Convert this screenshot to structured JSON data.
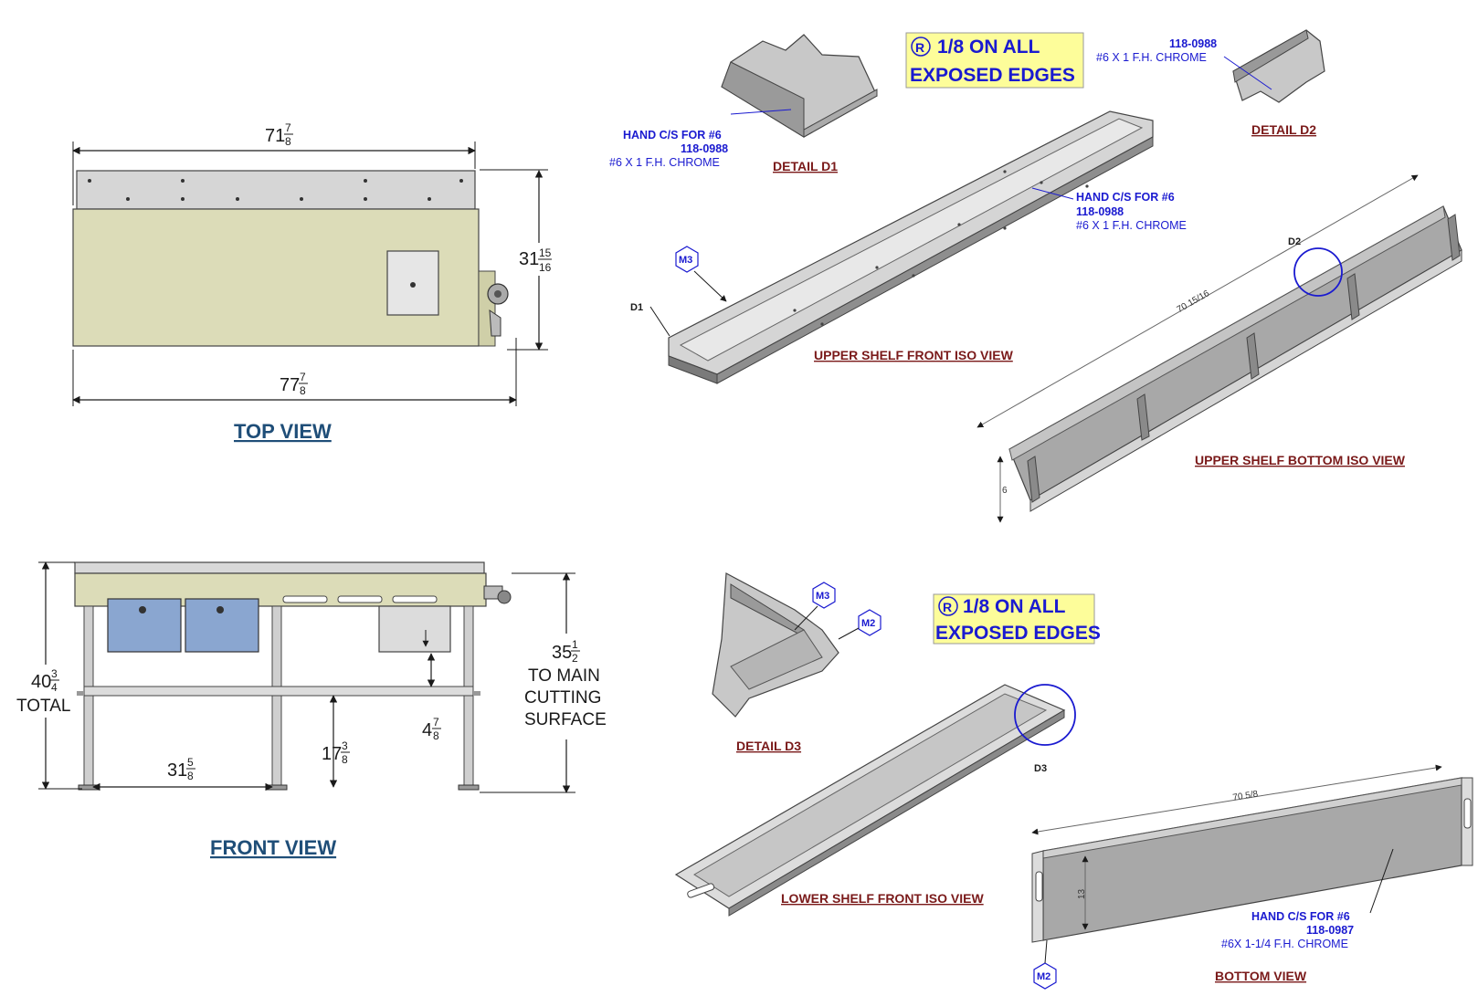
{
  "top_view": {
    "title": "TOP VIEW",
    "dim_top": {
      "whole": "71",
      "num": "7",
      "den": "8"
    },
    "dim_bottom": {
      "whole": "77",
      "num": "7",
      "den": "8"
    },
    "dim_side": {
      "whole": "31",
      "num": "15",
      "den": "16"
    }
  },
  "front_view": {
    "title": "FRONT VIEW",
    "dim_total": {
      "whole": "40",
      "num": "3",
      "den": "4"
    },
    "total_label": "TOTAL",
    "dim_leg": {
      "whole": "31",
      "num": "5",
      "den": "8"
    },
    "dim_shelf": {
      "whole": "17",
      "num": "3",
      "den": "8"
    },
    "dim_drawer": {
      "whole": "4",
      "num": "7",
      "den": "8"
    },
    "dim_cut": {
      "whole": "35",
      "num": "1",
      "den": "2"
    },
    "cut_label": [
      "TO MAIN",
      "CUTTING",
      "SURFACE"
    ]
  },
  "upper_shelf": {
    "notice_1": "1/8 ON ALL",
    "notice_2": "EXPOSED EDGES",
    "notice_symbol": "R",
    "detail_d1": "DETAIL  D1",
    "detail_d2": "DETAIL  D2",
    "d1_note": [
      "HAND C/S FOR #6",
      "118-0988",
      "#6 X 1 F.H. CHROME"
    ],
    "d2_note": [
      "118-0988",
      "#6 X 1 F.H. CHROME"
    ],
    "mid_note": [
      "HAND C/S FOR #6",
      "118-0988",
      "#6 X 1 F.H. CHROME"
    ],
    "m3": "M3",
    "d1": "D1",
    "d2": "D2",
    "front_iso": "UPPER SHELF FRONT ISO VIEW",
    "bottom_iso": "UPPER SHELF BOTTOM ISO VIEW",
    "length": "70 15/16",
    "height": "6"
  },
  "lower_shelf": {
    "notice_1": "1/8 ON ALL",
    "notice_2": "EXPOSED EDGES",
    "notice_symbol": "R",
    "detail_d3": "DETAIL  D3",
    "m3": "M3",
    "m2": "M2",
    "d3": "D3",
    "front_iso": "LOWER SHELF FRONT ISO VIEW",
    "bottom_view": "BOTTOM VIEW",
    "length": "70 5/8",
    "height": "13",
    "bottom_note": [
      "HAND C/S FOR #6",
      "118-0987",
      "#6X 1-1/4 F.H. CHROME"
    ],
    "m2_bottom": "M2"
  },
  "colors": {
    "tan": "#dcdcb8",
    "steel": "#bfbfbf",
    "blue_sink": "#8aa6d0",
    "callout_blue": "#1a1ad0",
    "notice_yellow": "#fdfd9a"
  }
}
